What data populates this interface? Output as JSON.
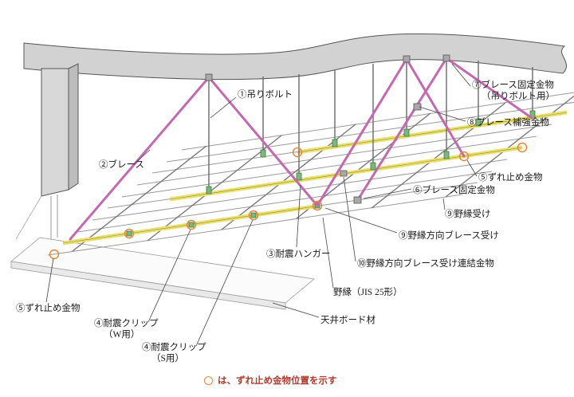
{
  "labels": {
    "hanging_bolt": "①吊りボルト",
    "brace": "②ブレース",
    "seismic_hanger": "③耐震ハンガー",
    "clip_w_line1": "④耐震クリップ",
    "clip_w_line2": "（W用）",
    "clip_s_line1": "④耐震クリップ",
    "clip_s_line2": "（S用）",
    "slip_stop_left": "⑤ずれ止め金物",
    "slip_stop_right": "⑤ずれ止め金物",
    "brace_fix": "⑥ブレース固定金物",
    "brace_fix_bolt_line1": "⑦ブレース固定金物",
    "brace_fix_bolt_line2": "（吊りボルト用）",
    "brace_reinforce": "⑧ブレース補強金物",
    "joist_receiver": "⑨野縁受け",
    "joist_dir_brace_receiver": "⑨野縁方向ブレース受け",
    "brace_receiver_connector": "⑩野縁方向ブレース受け連結金物",
    "joist": "野縁（JIS 25形）",
    "ceiling_board": "天井ボード材"
  },
  "note": {
    "marker": "○",
    "text": "は、ずれ止め金物位置を示す"
  },
  "colors": {
    "brace": "#c468b0",
    "receiver_highlight": "#e8e070",
    "hanger": "#7cb87c",
    "slab": "#d2d2d2",
    "marker_ring": "#e8873c",
    "note_text": "#b03a2e"
  }
}
